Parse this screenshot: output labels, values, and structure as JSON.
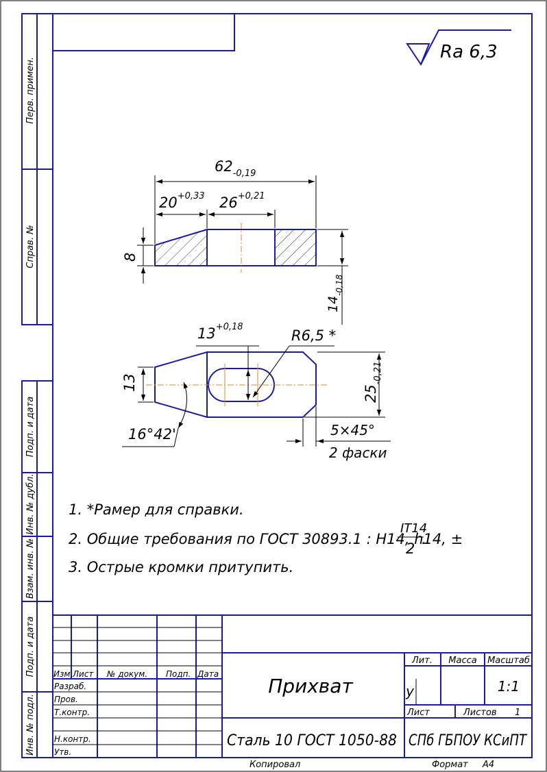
{
  "roughness": "Ra 6,3",
  "side_labels": {
    "perv_primen": "Перв. примен.",
    "sprav_no": "Справ. №",
    "podp_data_1": "Подп. и дата",
    "inv_dubl": "Инв. № дубл.",
    "vzam_inv": "Взам. инв. №",
    "podp_data_2": "Подп. и дата",
    "inv_podl": "Инв. № подл."
  },
  "dimensions": {
    "total_length_base": "62",
    "total_length_tol": "-0,19",
    "len20_base": "20",
    "len20_tol": "+0,33",
    "len26_base": "26",
    "len26_tol": "+0,21",
    "height8": "8",
    "height14_base": "14",
    "height14_tol": "-0,18",
    "width13_top_base": "13",
    "width13_top_tol": "+0,18",
    "radius": "R6,5 *",
    "width13_left": "13",
    "width25_base": "25",
    "width25_tol": "-0,21",
    "angle": "16°42'",
    "chamfer": "5×45°",
    "chamfer_note": "2 фаски"
  },
  "notes": {
    "note1": "1.  *Рамер для справки.",
    "note2": "2.  Общие требования по ГОСТ 30893.1 : H14, h14, ±",
    "note2_num": "IT14",
    "note2_den": "2",
    "note2_end": ".",
    "note3": "3.  Острые кромки притупить."
  },
  "title_block": {
    "headers": {
      "izm": "Изм.",
      "list": "Лист",
      "n_dokum": "№ докум.",
      "podp": "Подп.",
      "data": "Дата"
    },
    "roles": {
      "razrab": "Разраб.",
      "prov": "Пров.",
      "tkontr": "Т.контр.",
      "nkontr": "Н.контр.",
      "utv": "Утв."
    },
    "part_name": "Прихват",
    "material": "Сталь 10 ГОСТ 1050-88",
    "organization": "СПб ГБПОУ КСиПТ",
    "lit_header": "Лит.",
    "massa_header": "Масса",
    "masshtab_header": "Масштаб",
    "lit_value": "у",
    "scale_value": "1:1",
    "list_label": "Лист",
    "listov_label": "Листов",
    "listov_value": "1"
  },
  "footer": {
    "kopiroval": "Копировал",
    "format_label": "Формат",
    "format_value": "А4"
  }
}
